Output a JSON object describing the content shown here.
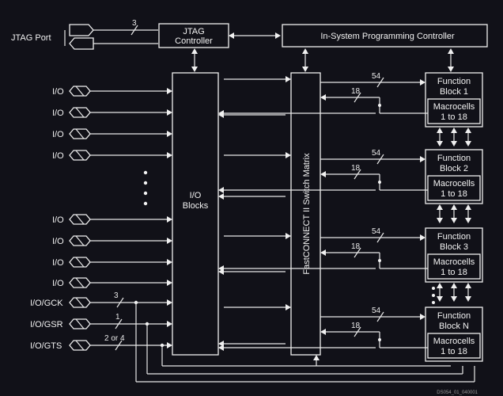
{
  "jtag_port": "JTAG Port",
  "jtag_controller": [
    "JTAG",
    "Controller"
  ],
  "isp_controller": "In-System Programming Controller",
  "io_blocks": [
    "I/O",
    "Blocks"
  ],
  "switch_matrix": "FastCONNECT II Switch Matrix",
  "io_label": "I/O",
  "special_pins": [
    "I/O/GCK",
    "I/O/GSR",
    "I/O/GTS"
  ],
  "bus_widths": {
    "jtag": "3",
    "gck": "3",
    "gsr": "1",
    "gts": "2 or 4",
    "to_fb": "54",
    "from_fb": "18"
  },
  "function_blocks": [
    {
      "title": [
        "Function",
        "Block 1"
      ],
      "macro": [
        "Macrocells",
        "1 to 18"
      ]
    },
    {
      "title": [
        "Function",
        "Block 2"
      ],
      "macro": [
        "Macrocells",
        "1 to 18"
      ]
    },
    {
      "title": [
        "Function",
        "Block 3"
      ],
      "macro": [
        "Macrocells",
        "1 to 18"
      ]
    },
    {
      "title": [
        "Function",
        "Block N"
      ],
      "macro": [
        "Macrocells",
        "1 to 18"
      ]
    }
  ],
  "figure_id": "DS054_01_040001"
}
